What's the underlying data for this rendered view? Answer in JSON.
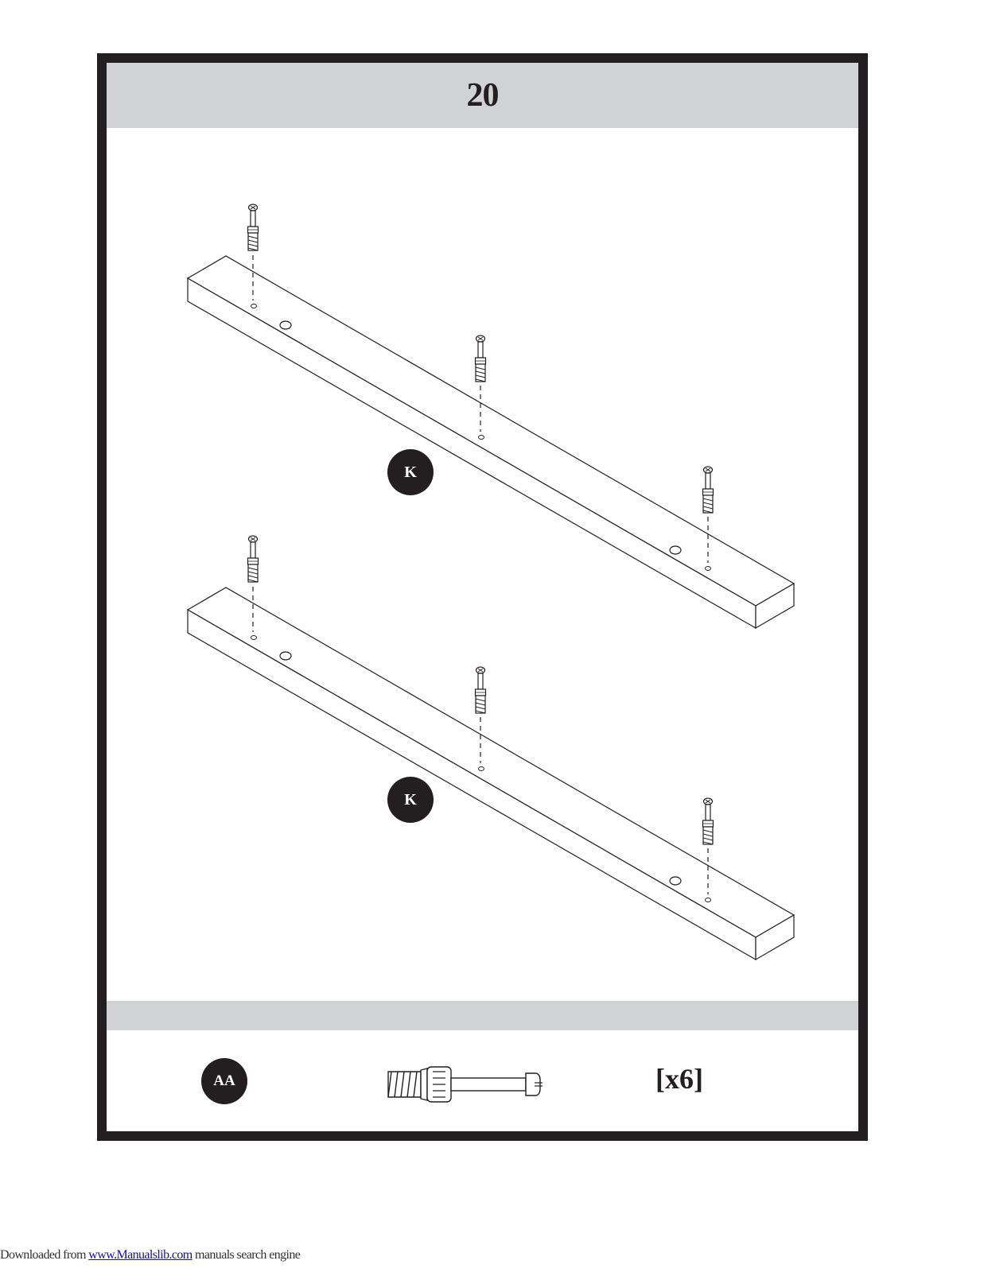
{
  "step": {
    "number": "20"
  },
  "parts": {
    "top_label": "K",
    "bottom_label": "K"
  },
  "hardware": {
    "label": "AA",
    "quantity": "[x6]",
    "icon": "cam-bolt-icon"
  },
  "footer": {
    "prefix": "Downloaded from ",
    "link_text": "www.Manualslib.com",
    "suffix": " manuals search engine"
  },
  "colors": {
    "ink": "#231f20",
    "bar": "#d1d2d4",
    "link": "#1a0dab"
  }
}
